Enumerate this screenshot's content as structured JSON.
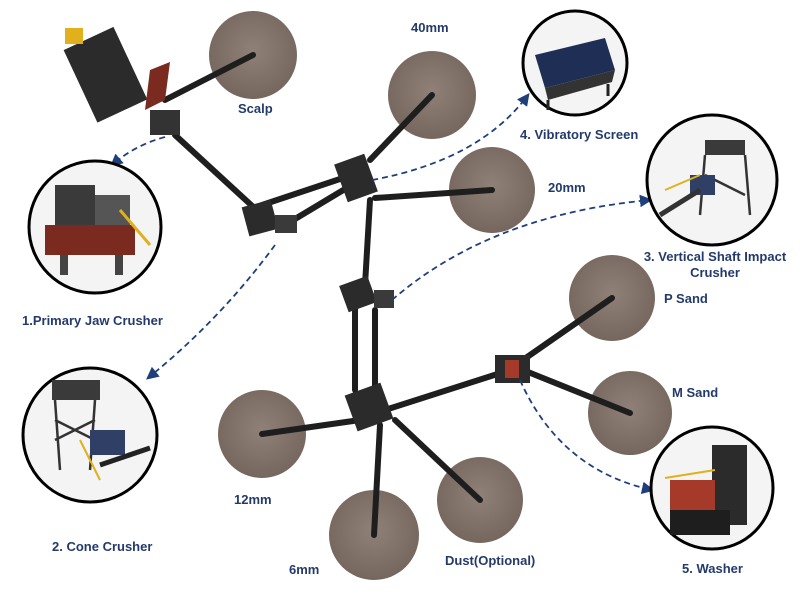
{
  "colors": {
    "pile": "#8f8078",
    "pile_dark": "#6e6058",
    "conveyor": "#1e1e1e",
    "machine": "#2b2b2b",
    "label": "#233a6b",
    "arrow": "#1f3f7a",
    "inset_border": "#000000"
  },
  "icons": {
    "jaw": "jaw-crusher-icon",
    "cone": "cone-crusher-icon",
    "vsi": "vsi-crusher-icon",
    "screen": "vibratory-screen-icon",
    "washer": "sand-washer-icon"
  },
  "labels": {
    "scalp": "Scalp",
    "mm40": "40mm",
    "mm20": "20mm",
    "mm12": "12mm",
    "mm6": "6mm",
    "psand": "P Sand",
    "msand": "M Sand",
    "dust": "Dust(Optional)",
    "jaw": "1.Primary Jaw Crusher",
    "cone": "2. Cone Crusher",
    "vsi_line1": "3. Vertical Shaft Impact",
    "vsi_line2": "Crusher",
    "screen": "4. Vibratory Screen",
    "washer": "5. Washer"
  }
}
